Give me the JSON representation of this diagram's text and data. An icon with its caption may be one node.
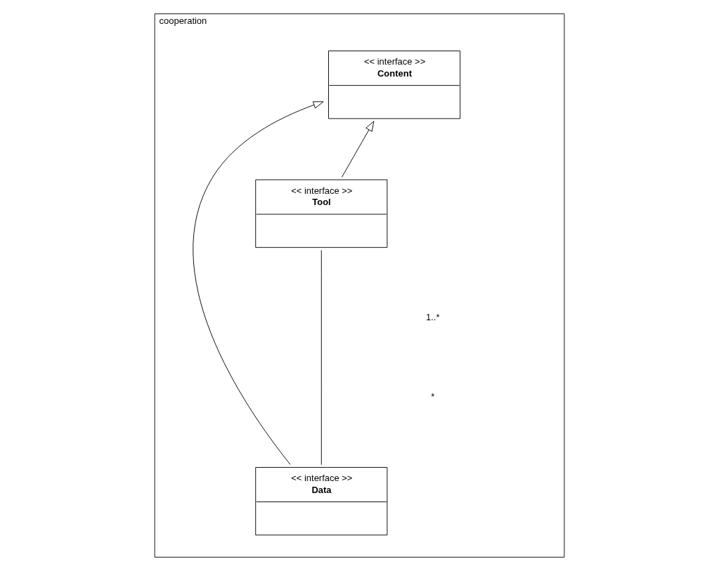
{
  "diagram": {
    "nodes": [
      {
        "text": [
          "cooperation"
        ]
      },
      {
        "text": [
          "<< interface >>",
          "Content"
        ],
        "in": 0
      },
      {
        "text": [
          "<< interface >>",
          "Tool"
        ],
        "in": 0
      },
      {
        "text": [
          "<< interface >>",
          "Data"
        ],
        "in": 0
      }
    ],
    "edges": [
      {
        "from": 2,
        "to": 1,
        "arrow": "to"
      },
      {
        "from": 3,
        "to": 1,
        "arrow": "to"
      },
      {
        "from": 2,
        "to": 3,
        "arrow": "none"
      }
    ],
    "labels": [
      "1..*",
      "*"
    ]
  }
}
